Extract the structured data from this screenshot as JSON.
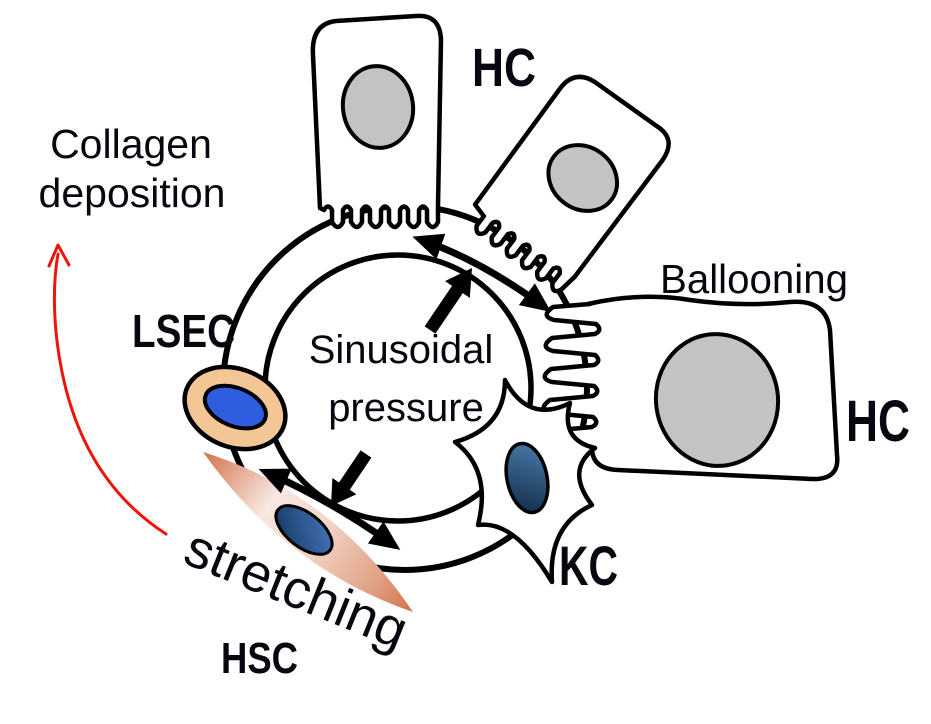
{
  "diagram": {
    "labels": {
      "collagen_line1": "Collagen",
      "collagen_line2": "deposition",
      "hc_top": "HC",
      "ballooning": "Ballooning",
      "hc_right": "HC",
      "lsec": "LSEC",
      "sinusoidal_line1": "Sinusoidal",
      "sinusoidal_line2": "pressure",
      "stretching": "stretching",
      "kc": "KC",
      "hsc": "HSC"
    },
    "colors": {
      "background": "#ffffff",
      "outline": "#000000",
      "text": "#07070f",
      "hc_nucleus": "#c3c3c3",
      "lsec_body": "#f3c795",
      "lsec_nucleus": "#2f5de0",
      "hsc_body_edge": "#d4714a",
      "hsc_body_mid": "#f7e8e1",
      "hsc_nucleus_dark": "#14365e",
      "hsc_nucleus_light": "#4a7cc2",
      "kc_nucleus_dark": "#122c47",
      "kc_nucleus_light": "#4d80b2",
      "collagen_arrow": "#ee1409"
    }
  }
}
